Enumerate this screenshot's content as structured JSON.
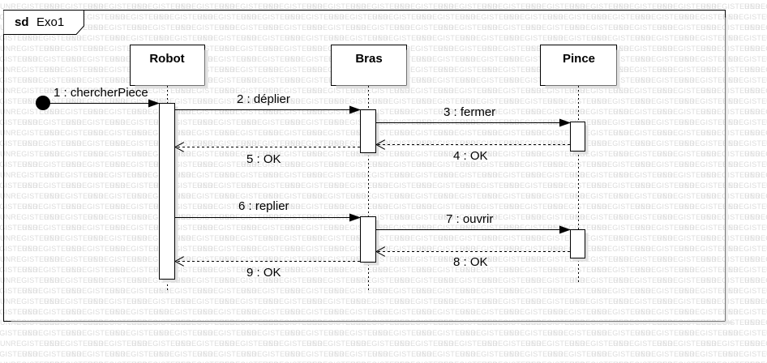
{
  "frame": {
    "keyword": "sd",
    "name": "Exo1"
  },
  "watermark": "UNREGISTERED",
  "lifelines": [
    {
      "id": "robot",
      "name": "Robot"
    },
    {
      "id": "bras",
      "name": "Bras"
    },
    {
      "id": "pince",
      "name": "Pince"
    }
  ],
  "messages": [
    {
      "label": "1 : chercherPiece",
      "kind": "found"
    },
    {
      "label": "2 : déplier",
      "kind": "sync",
      "from": "robot",
      "to": "bras"
    },
    {
      "label": "3 : fermer",
      "kind": "sync",
      "from": "bras",
      "to": "pince"
    },
    {
      "label": "4 : OK",
      "kind": "reply",
      "from": "pince",
      "to": "bras"
    },
    {
      "label": "5 : OK",
      "kind": "reply",
      "from": "bras",
      "to": "robot"
    },
    {
      "label": "6 : replier",
      "kind": "sync",
      "from": "robot",
      "to": "bras"
    },
    {
      "label": "7 : ouvrir",
      "kind": "sync",
      "from": "bras",
      "to": "pince"
    },
    {
      "label": "8 : OK",
      "kind": "reply",
      "from": "pince",
      "to": "bras"
    },
    {
      "label": "9 : OK",
      "kind": "reply",
      "from": "bras",
      "to": "robot"
    }
  ]
}
